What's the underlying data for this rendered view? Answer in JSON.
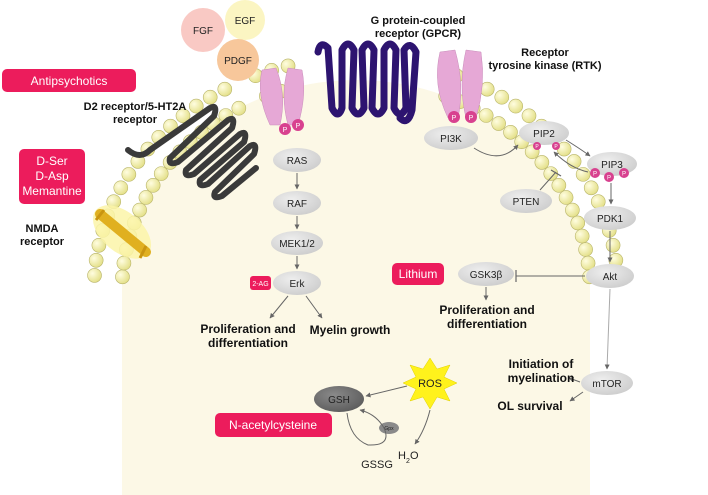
{
  "growth_factors": {
    "fgf": "FGF",
    "egf": "EGF",
    "pdgf": "PDGF"
  },
  "receptors": {
    "gpcr_line1": "G protein-coupled",
    "gpcr_line2": "receptor (GPCR)",
    "rtk_line1": "Receptor",
    "rtk_line2": "tyrosine kinase (RTK)",
    "d2_line1": "D2 receptor/5-HT2A",
    "d2_line2": "receptor",
    "nmda_line1": "NMDA",
    "nmda_line2": "receptor",
    "phospho": "P"
  },
  "drugs": {
    "antipsychotics": "Antipsychotics",
    "dser": "D-Ser",
    "dasp": "D-Asp",
    "memantine": "Memantine",
    "lithium": "Lithium",
    "nac": "N-acetylcysteine"
  },
  "nodes": {
    "ras": "RAS",
    "raf": "RAF",
    "mek": "MEK1/2",
    "erk": "Erk",
    "twoag": "2-AG",
    "pi3k": "PI3K",
    "pip2": "PIP2",
    "pip3": "PIP3",
    "pten": "PTEN",
    "pdk1": "PDK1",
    "akt": "Akt",
    "gsk": "GSK3β",
    "mtor": "mTOR",
    "gsh": "GSH",
    "gssg": "GSSG",
    "gpx": "Gpx",
    "ros": "ROS",
    "h2o_main": "H",
    "h2o_sub": "2",
    "h2o_end": "O"
  },
  "outcomes": {
    "prolif1_line1": "Proliferation and",
    "prolif1_line2": "differentiation",
    "myelin_growth": "Myelin growth",
    "prolif2_line1": "Proliferation and",
    "prolif2_line2": "differentiation",
    "init_line1": "Initiation of",
    "init_line2": "myelination",
    "ol_survival": "OL survival"
  },
  "colors": {
    "drug_box": "#ec1c5c",
    "node_fill": "#d9d9d9",
    "gsh_fill": "#6e6e6e",
    "cytoplasm": "#fcf8e6",
    "lipid_head": "#f2f0a8",
    "lipid_tail": "#9ed5e8",
    "gpcr": "#2d1470",
    "rtk": "#e6a8d6",
    "phospho": "#d8418f",
    "ros": "#fff21c"
  }
}
